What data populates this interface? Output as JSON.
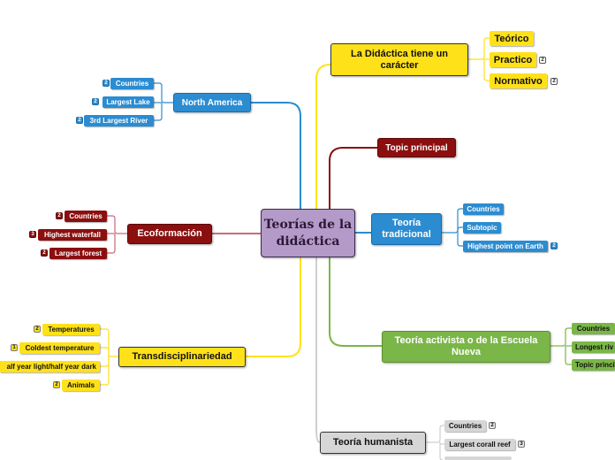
{
  "central": {
    "label": "Teorías de la didáctica"
  },
  "colors": {
    "yellow": "#ffe11a",
    "red": "#8b0f0f",
    "blue": "#2b8cd1",
    "green": "#7ab648",
    "gray": "#d6d6d6",
    "purple": "#b39ac8"
  },
  "branches": {
    "caracter": {
      "label": "La Didáctica tiene un carácter",
      "children": [
        {
          "label": "Teórico",
          "badge": ""
        },
        {
          "label": "Practico",
          "badge": "2"
        },
        {
          "label": "Normativo",
          "badge": "2"
        }
      ]
    },
    "topic": {
      "label": "Topic principal"
    },
    "tradicional": {
      "label": "Teoría tradicional",
      "children": [
        {
          "label": "Countries",
          "badge": ""
        },
        {
          "label": "Subtopic",
          "badge": ""
        },
        {
          "label": "Highest point on Earth",
          "badge": "2"
        }
      ]
    },
    "activista": {
      "label": "Teoría activista o de la Escuela Nueva",
      "children": [
        {
          "label": "Countries",
          "badge": ""
        },
        {
          "label": "Longest riv",
          "badge": ""
        },
        {
          "label": "Topic princi",
          "badge": ""
        }
      ]
    },
    "humanista": {
      "label": "Teoría humanista",
      "children": [
        {
          "label": "Countries",
          "badge": "2"
        },
        {
          "label": "Largest corall reef",
          "badge": "3"
        }
      ]
    },
    "north_america": {
      "label": "North America",
      "children": [
        {
          "label": "Countries",
          "badge": "2"
        },
        {
          "label": "Largest Lake",
          "badge": "2"
        },
        {
          "label": "3rd Largest River",
          "badge": "2"
        }
      ]
    },
    "ecoformacion": {
      "label": "Ecoformación",
      "children": [
        {
          "label": "Countries",
          "badge": "2"
        },
        {
          "label": "Highest waterfall",
          "badge": "3"
        },
        {
          "label": "Largest forest",
          "badge": "2"
        }
      ]
    },
    "transdisciplinariedad": {
      "label": "Transdisciplinariedad",
      "children": [
        {
          "label": "Temperatures",
          "badge": "2"
        },
        {
          "label": "Coldest temperature",
          "badge": "1"
        },
        {
          "label": "alf year light/half year dark",
          "badge": ""
        },
        {
          "label": "Animals",
          "badge": "2"
        }
      ]
    }
  }
}
